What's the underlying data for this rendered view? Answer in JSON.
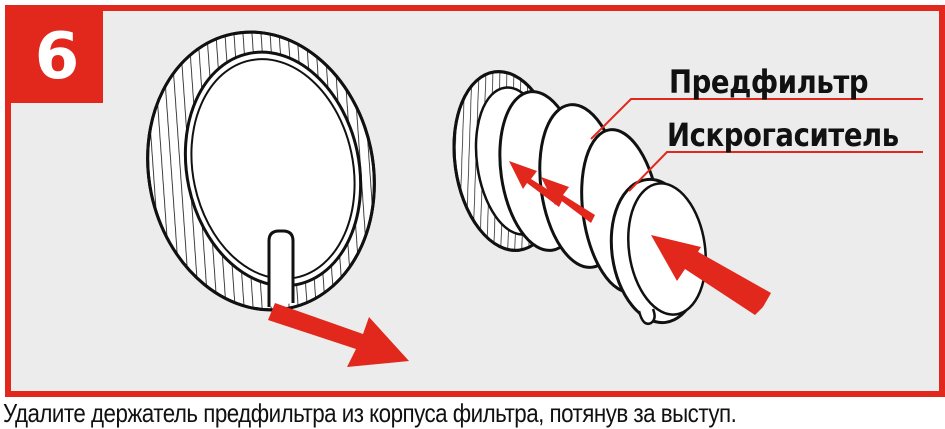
{
  "step": {
    "number": "6"
  },
  "labels": {
    "prefilter": "Предфильтр",
    "spark_arrester": "Искрогаситель"
  },
  "caption": "Удалите держатель предфильтра из корпуса фильтра, потянув за выступ.",
  "colors": {
    "accent": "#e2271d",
    "panel_background": "#ececec",
    "line_art": "#111111"
  }
}
